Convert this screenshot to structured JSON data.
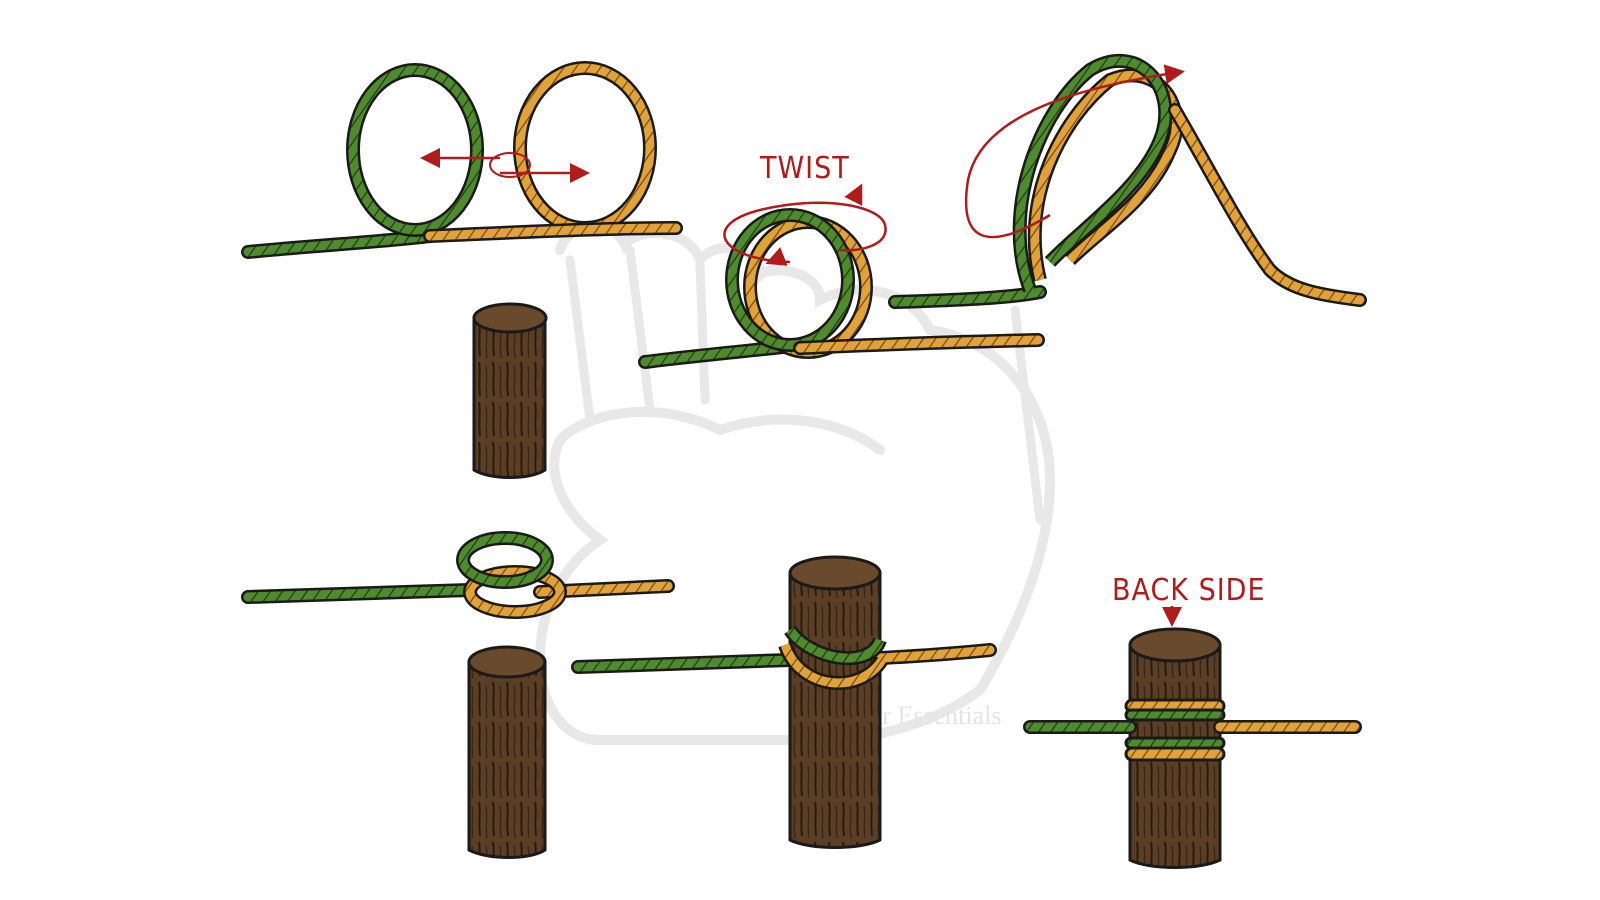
{
  "labels": {
    "twist": "TWIST",
    "back_side": "BACK SIDE"
  },
  "watermark": {
    "text": "The Bear Essentials"
  },
  "colors": {
    "green_rope": "#4f8a2e",
    "orange_rope": "#e2a23a",
    "wood": "#5a3f26",
    "arrow_red": "#b01c1c",
    "outline": "#1a1a1a",
    "watermark": "#d6d6d6"
  },
  "steps": [
    {
      "name": "two-loops"
    },
    {
      "name": "twist-loops"
    },
    {
      "name": "stacked-loops"
    },
    {
      "name": "post-ready"
    },
    {
      "name": "hitch-formed"
    },
    {
      "name": "hitch-on-post"
    },
    {
      "name": "back-side-view"
    }
  ]
}
